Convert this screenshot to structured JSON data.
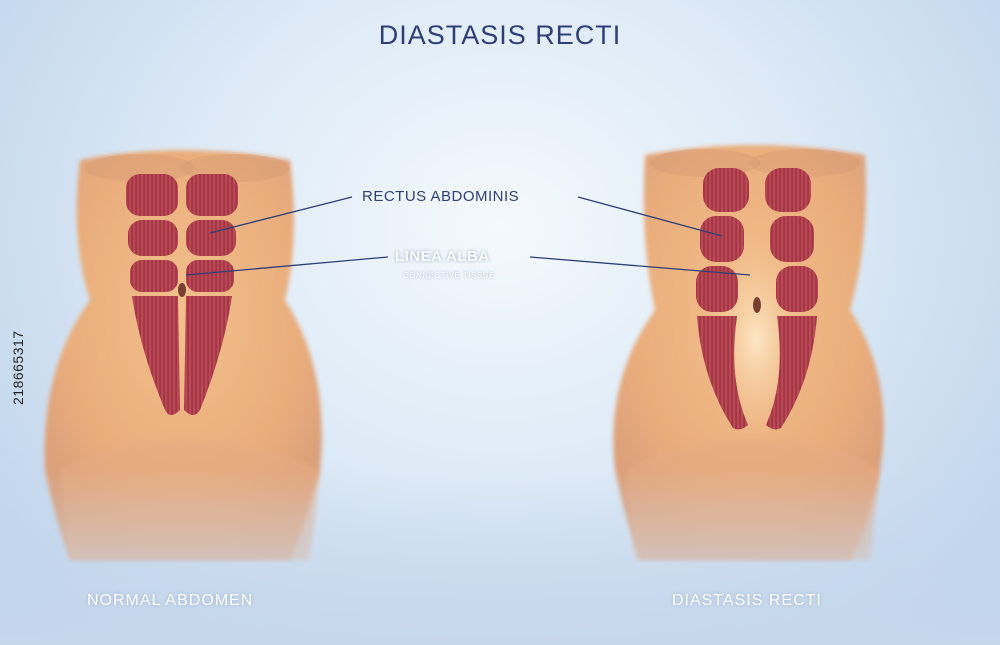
{
  "title": "DIASTASIS RECTI",
  "labels": {
    "rectus_abdominis": "RECTUS ABDOMINIS",
    "linea_alba": "LINEA ALBA",
    "connective_tissue": "CONNECTIVE TISSUE",
    "normal_abdomen": "NORMAL ABDOMEN",
    "diastasis_recti": "DIASTASIS RECTI"
  },
  "stock_id": "218665317",
  "colors": {
    "title": "#2e3e78",
    "skin": "#ebb07e",
    "muscle": "#b5404e",
    "leader_line": "#2e3e78"
  }
}
